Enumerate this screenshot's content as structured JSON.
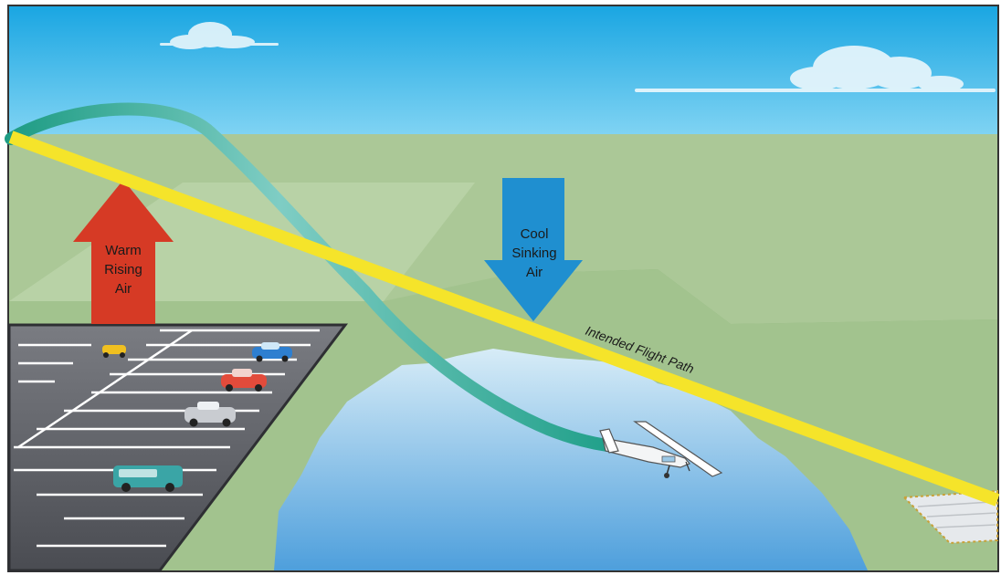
{
  "labels": {
    "warm_line1": "Warm",
    "warm_line2": "Rising",
    "warm_line3": "Air",
    "cool_line1": "Cool",
    "cool_line2": "Sinking",
    "cool_line3": "Air",
    "intended_path": "Intended Flight Path"
  },
  "colors": {
    "sky": "#2ab4ea",
    "field": "#a9c895",
    "field_dark": "#8fb37c",
    "lake": "#88c3e8",
    "parking_lot": "#5d5f64",
    "warm_arrow": "#d63a25",
    "cool_arrow": "#1f8fd0",
    "intended_path": "#f5e42a",
    "actual_path": "#2aa89a"
  }
}
